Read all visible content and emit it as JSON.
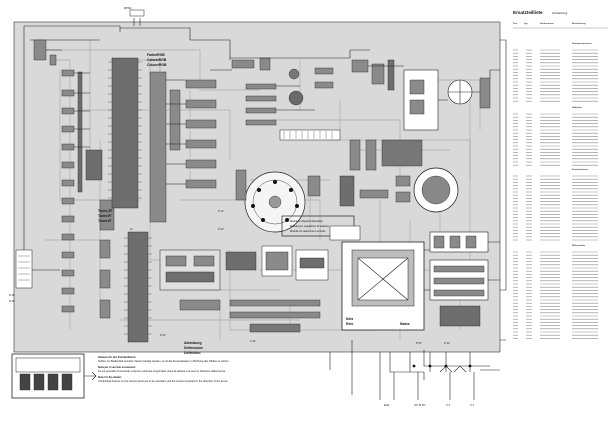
{
  "board_labels": {
    "farbe": "Farbe/RGB",
    "colore": "Colore/RGB",
    "colour": "Colour/RGB",
    "tuner_de": "Tuner-ZF",
    "tuner_it": "Tuner-FI",
    "tuner_en": "Tuner-IF",
    "ablenkung": "Ablenkung",
    "deflessione": "Deflessione",
    "deflection": "Deflection",
    "modul": "Modul für Abgleich-Einsteller",
    "module_it": "Modulo per regolazioni di taratura",
    "module_en": "Module for adjustment controls",
    "netz": "Netz",
    "rete": "Rete",
    "mains": "Mains",
    "ic_main": "IC",
    "tr_label": "T",
    "pin_labels": [
      "P 1V",
      "P 2V",
      "P 3V",
      "P 5V",
      "P 4V",
      "R 10",
      "R 15",
      "C 24"
    ]
  },
  "notes": {
    "title_de": "Hinweis für den Kundendienst:",
    "body_de": "Sollten am Bedienfeld einzelne Tasten betätigt werden, so ist die Sensortastatur in Richtung des Pfeiles zu ziehen.",
    "title_it": "Nota per il servizio assistenza:",
    "body_it": "Se sul pannello di comando si devono azionare singoli tasti, tirare la tastiera a sensori in direzione della freccia.",
    "title_en": "Note for the dealer:",
    "body_en": "If individual buttons on the control panel are to be operated, pull the sensor keyboard in the direction of the arrow."
  },
  "bottom_labels": {
    "erde": "Erde",
    "ac": "AC 70 PC",
    "out1": "V 3",
    "out2": "V 1"
  },
  "partslist": {
    "title": "Ersatzteilliste",
    "title_suffix": "(Fortsetzung)",
    "col_headers": [
      "Pos.",
      "Typ",
      "Sachnummer",
      "Bezeichnung"
    ],
    "section1": "Drehpotentiometer",
    "section2": "Halbleiter",
    "section3": "Kondensatoren",
    "section4": "Widerstände"
  },
  "top_labels": {
    "mpnc": "MPNC",
    "pin": "Bu"
  }
}
